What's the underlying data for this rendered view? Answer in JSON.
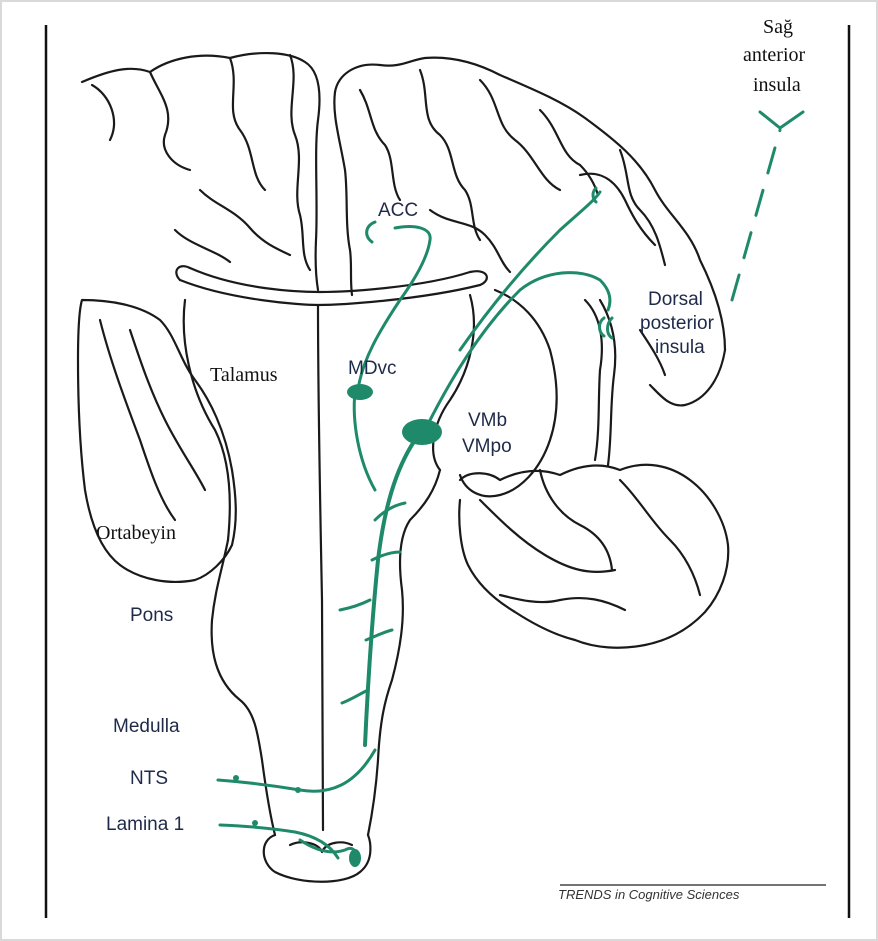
{
  "labels": {
    "acc": "ACC",
    "mdvc": "MDvc",
    "vmb": "VMb",
    "vmpo": "VMpo",
    "dorsal_posterior_insula": [
      "Dorsal",
      "posterior",
      "insula"
    ],
    "right_anterior_insula": [
      "Sağ",
      "anterior",
      "insula"
    ],
    "thalamus": "Talamus",
    "midbrain": "Ortabeyin",
    "pons": "Pons",
    "medulla": "Medulla",
    "nts": "NTS",
    "lamina": "Lamina 1"
  },
  "credit": "TRENDS in Cognitive Sciences",
  "colors": {
    "pathway": "#1f8a6a",
    "outline": "#1a1a1a"
  }
}
